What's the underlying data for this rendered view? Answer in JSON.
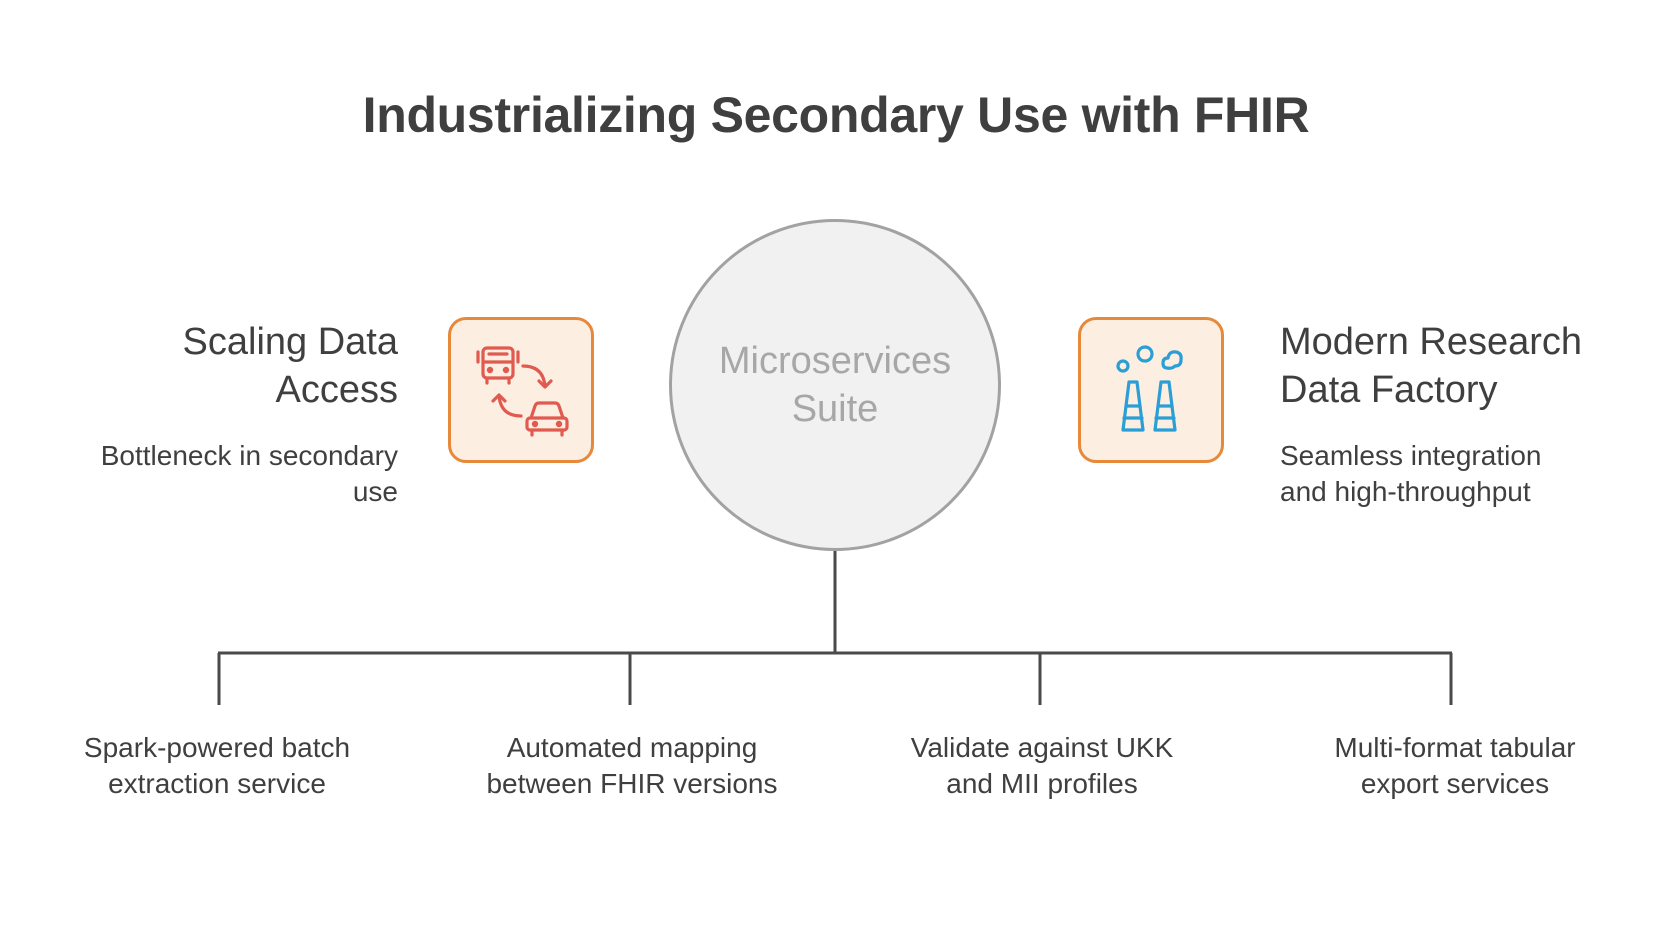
{
  "title": "Industrializing Secondary Use with FHIR",
  "hub": {
    "line1": "Microservices",
    "line2": "Suite"
  },
  "left": {
    "heading_line1": "Scaling Data",
    "heading_line2": "Access",
    "desc_line1": "Bottleneck in secondary",
    "desc_line2": "use",
    "icon": "bus-car-swap-icon",
    "icon_color": "#e05a4f"
  },
  "right": {
    "heading_line1": "Modern Research",
    "heading_line2": "Data Factory",
    "desc_line1": "Seamless integration",
    "desc_line2": "and high-throughput",
    "icon": "factory-chimneys-icon",
    "icon_color": "#2a9fd6"
  },
  "features": [
    {
      "line1": "Spark-powered batch",
      "line2": "extraction service"
    },
    {
      "line1": "Automated mapping",
      "line2": "between FHIR versions"
    },
    {
      "line1": "Validate against UKK",
      "line2": "and MII profiles"
    },
    {
      "line1": "Multi-format tabular",
      "line2": "export services"
    }
  ],
  "colors": {
    "icon_box_border": "#e6893b",
    "icon_box_fill": "#fdeee2",
    "hub_fill": "#f1f1f1",
    "hub_border": "#a2a2a2",
    "connector": "#4a4a4a"
  }
}
